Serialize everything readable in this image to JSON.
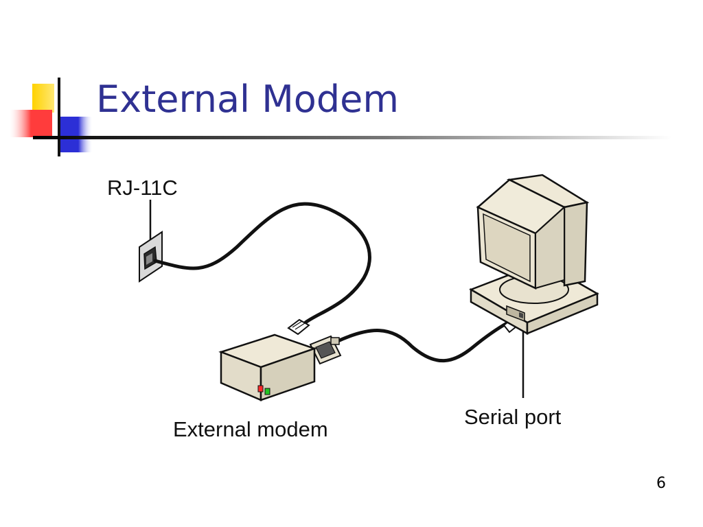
{
  "slide": {
    "title": "External Modem",
    "number": "6"
  },
  "diagram": {
    "labels": {
      "wall_jack": "RJ-11C",
      "modem": "External modem",
      "port": "Serial port"
    }
  },
  "colors": {
    "title": "#2f3192",
    "accent_yellow": "#ffd200",
    "accent_red": "#ff3c3c",
    "accent_blue": "#2c2fd6",
    "device_beige": "#e8e2d0"
  }
}
